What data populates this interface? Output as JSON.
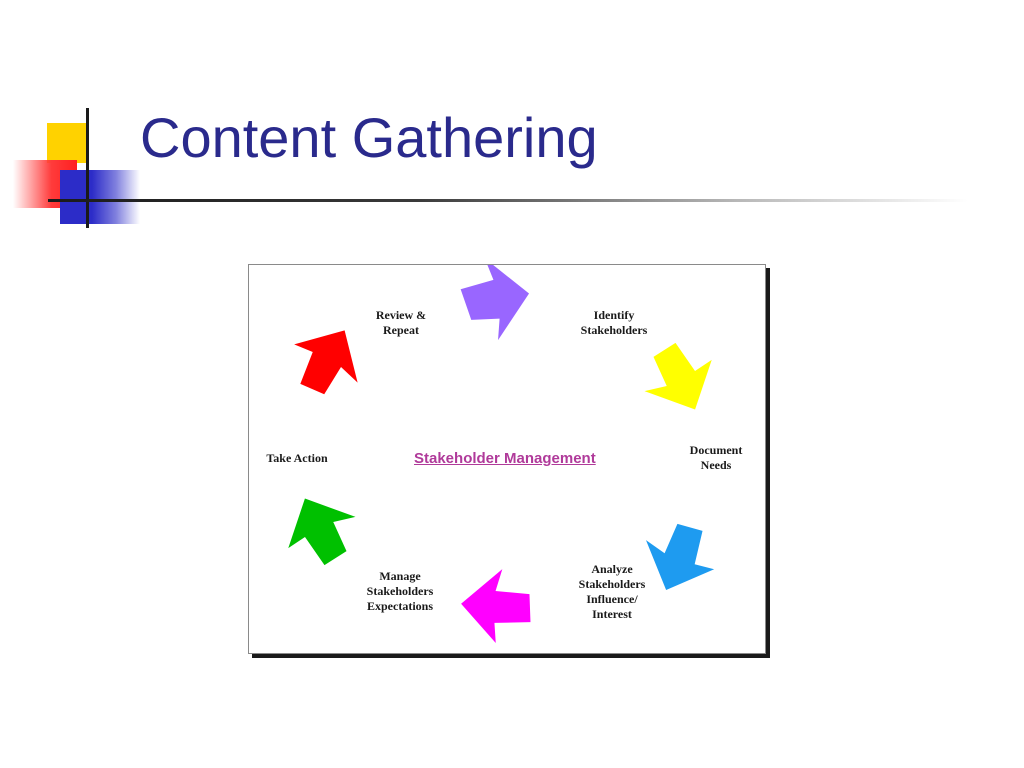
{
  "slide": {
    "title": "Content Gathering"
  },
  "diagram": {
    "center_label": "Stakeholder Management",
    "steps": [
      {
        "label": "Identify\nStakeholders"
      },
      {
        "label": "Document\nNeeds"
      },
      {
        "label": "Analyze\nStakeholders\nInfluence/\nInterest"
      },
      {
        "label": "Manage\nStakeholders\nExpectations"
      },
      {
        "label": "Take Action"
      },
      {
        "label": "Review &\nRepeat"
      }
    ],
    "arrow_colors": {
      "purple": "#9966FF",
      "yellow": "#FFFF00",
      "blue": "#1E9BF0",
      "magenta": "#FF00FF",
      "green": "#00C000",
      "red": "#FF0000"
    },
    "title_color": "#2A2A8C",
    "center_label_color": "#B03A9A"
  }
}
